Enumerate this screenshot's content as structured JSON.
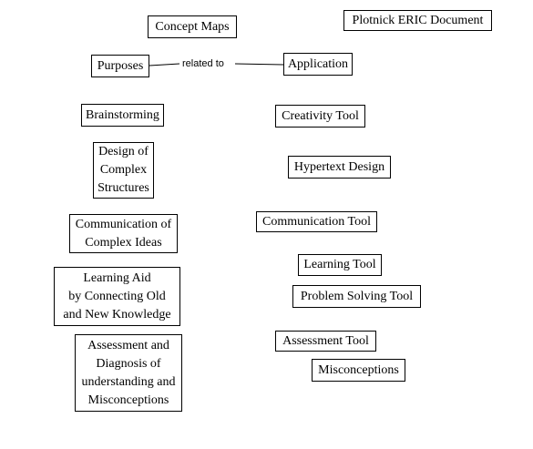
{
  "nodes": {
    "concept_maps": "Concept Maps",
    "plotnick": "Plotnick ERIC Document",
    "purposes": "Purposes",
    "application": "Application",
    "brainstorming": "Brainstorming",
    "creativity_tool": "Creativity Tool",
    "design_complex": "Design of\nComplex\nStructures",
    "hypertext_design": "Hypertext Design",
    "communication_complex": "Communication of\nComplex Ideas",
    "communication_tool": "Communication Tool",
    "learning_aid": "Learning Aid\nby Connecting Old\nand New Knowledge",
    "learning_tool": "Learning Tool",
    "problem_solving_tool": "Problem Solving Tool",
    "assessment_diagnosis": "Assessment and\nDiagnosis of\nunderstanding and\nMisconceptions",
    "assessment_tool": "Assessment Tool",
    "misconceptions": "Misconceptions"
  },
  "links": {
    "purposes_application": "related to"
  },
  "colors": {
    "background": "#ffffff",
    "border": "#000000",
    "text": "#000000"
  }
}
